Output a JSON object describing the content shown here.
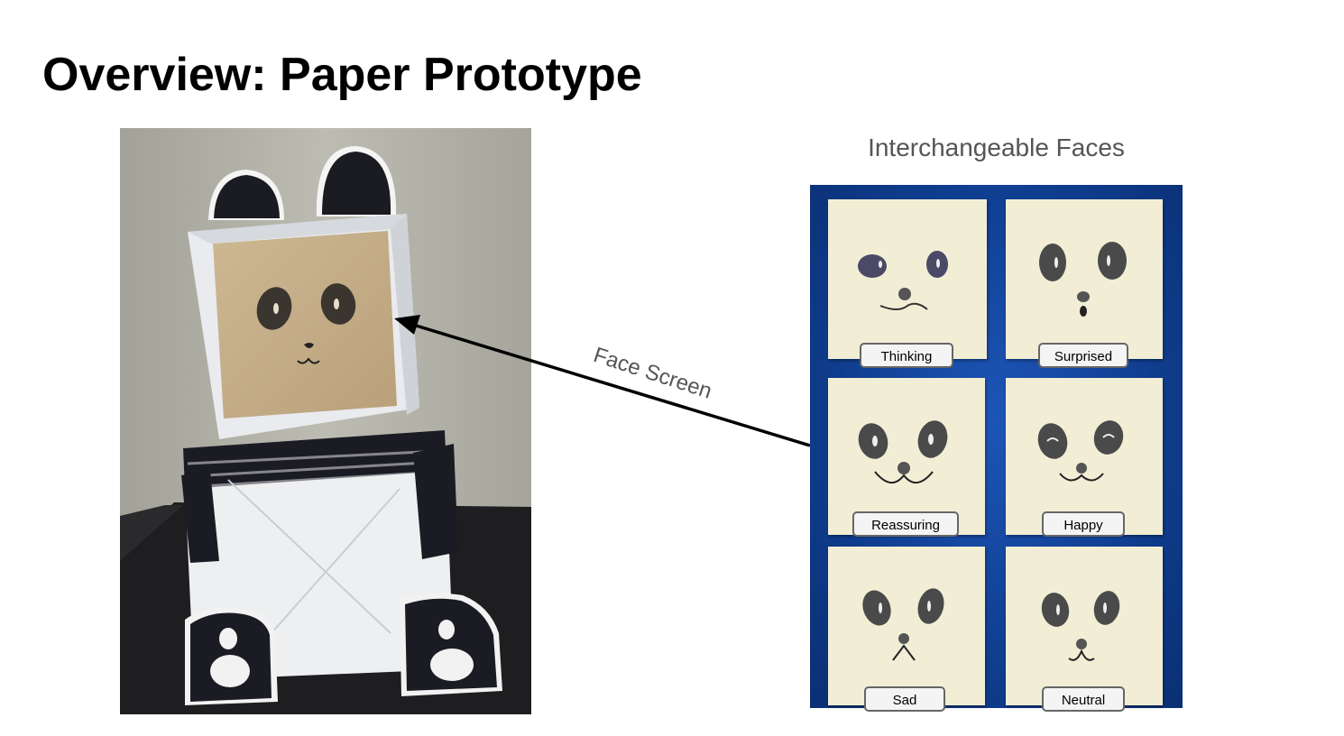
{
  "slide": {
    "title": "Overview: Paper Prototype"
  },
  "prototype_photo": {
    "description_name": "panda-robot-paper-prototype"
  },
  "faces_panel": {
    "heading": "Interchangeable Faces",
    "faces": [
      {
        "label": "Thinking"
      },
      {
        "label": "Surprised"
      },
      {
        "label": "Reassuring"
      },
      {
        "label": "Happy"
      },
      {
        "label": "Sad"
      },
      {
        "label": "Neutral"
      }
    ]
  },
  "annotation": {
    "arrow_label": "Face Screen"
  },
  "colors": {
    "board_blue": "#103f92",
    "note_paper": "#f1eed5",
    "face_paper": "#c4ad85"
  }
}
